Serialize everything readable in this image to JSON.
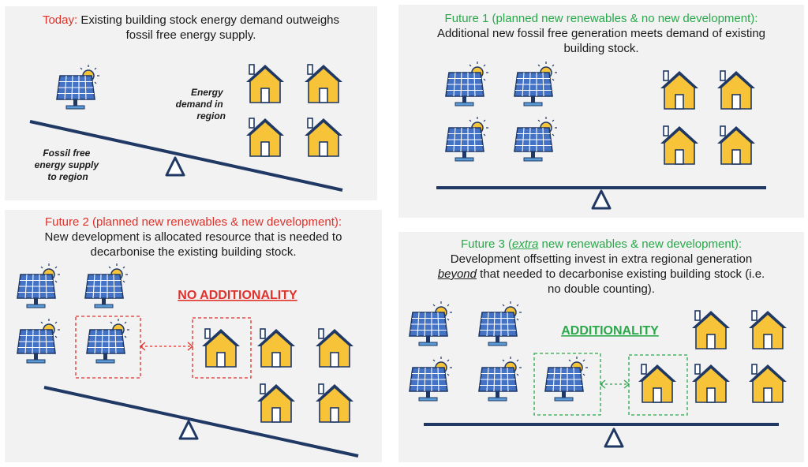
{
  "panel_today": {
    "label": "Today:",
    "text_line1": " Existing building stock energy demand outweighs",
    "text_line2": "fossil free energy supply.",
    "demand_label": [
      "Energy",
      "demand in",
      "region"
    ],
    "supply_label": [
      "Fossil free",
      "energy supply",
      "to region"
    ]
  },
  "panel_future1": {
    "line1": "Future 1 (planned new renewables & no new development):",
    "line2": "Additional new fossil free generation meets demand of existing",
    "line3": "building stock."
  },
  "panel_future2": {
    "line1": "Future 2 (planned new renewables & new development):",
    "line2": "New development is allocated resource that is needed to",
    "line3": "decarbonise the existing building stock.",
    "banner": "NO ADDITIONALITY"
  },
  "panel_future3": {
    "line1_a": "Future 3 (",
    "line1_em": "extra",
    "line1_b": " new renewables & new development):",
    "line2": "Development offsetting invest in extra regional generation",
    "line3_em": "beyond",
    "line3_b": " that needed to decarbonise existing building stock (i.e.",
    "line4": "no double counting).",
    "banner": "ADDITIONALITY"
  },
  "colors": {
    "red": "#e0312b",
    "green": "#2aa84a",
    "navy": "#1f3864",
    "house_fill": "#f6c339",
    "sun": "#f6c339",
    "panel_bg": "#f2f2f2"
  },
  "icons": [
    "solar-panel-icon",
    "house-icon",
    "fulcrum-icon",
    "double-arrow-icon"
  ]
}
